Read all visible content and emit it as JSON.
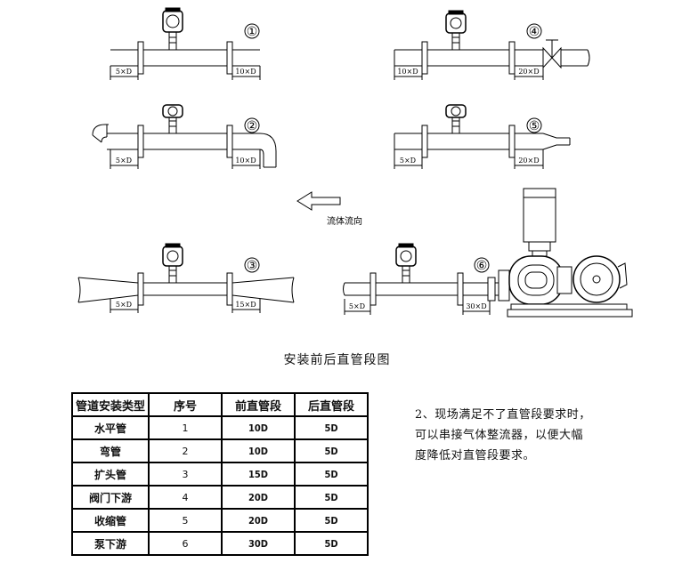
{
  "flow_direction_label": "流体流向",
  "caption": "安装前后直管段图",
  "installations": [
    {
      "id": "①",
      "upstream": "5×D",
      "downstream": "10×D"
    },
    {
      "id": "②",
      "upstream": "5×D",
      "downstream": "10×D"
    },
    {
      "id": "③",
      "upstream": "5×D",
      "downstream": "15×D"
    },
    {
      "id": "④",
      "upstream": "10×D",
      "downstream": "20×D"
    },
    {
      "id": "⑤",
      "upstream": "5×D",
      "downstream": "20×D"
    },
    {
      "id": "⑥",
      "upstream": "5×D",
      "downstream": "30×D"
    }
  ],
  "table": {
    "headers": [
      "管道安装类型",
      "序号",
      "前直管段",
      "后直管段"
    ],
    "rows": [
      [
        "水平管",
        "1",
        "10D",
        "5D"
      ],
      [
        "弯管",
        "2",
        "10D",
        "5D"
      ],
      [
        "扩头管",
        "3",
        "15D",
        "5D"
      ],
      [
        "阀门下游",
        "4",
        "20D",
        "5D"
      ],
      [
        "收缩管",
        "5",
        "20D",
        "5D"
      ],
      [
        "泵下游",
        "6",
        "30D",
        "5D"
      ]
    ]
  },
  "note": {
    "line1": "2、现场满足不了直管段要求时，",
    "line2": "可以串接气体整流器，以便大幅",
    "line3": "度降低对直管段要求。"
  }
}
